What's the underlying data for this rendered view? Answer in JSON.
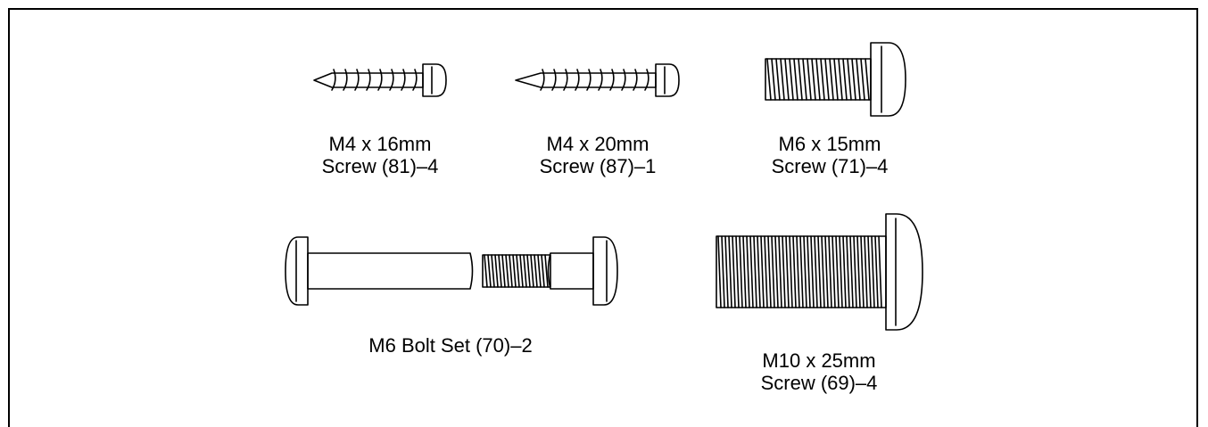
{
  "parts": [
    {
      "size": "M4 x 16mm",
      "name": "Screw (81)–4",
      "icon": "wood-screw-short-icon"
    },
    {
      "size": "M4 x 20mm",
      "name": "Screw (87)–1",
      "icon": "wood-screw-long-icon"
    },
    {
      "size": "M6 x 15mm",
      "name": "Screw (71)–4",
      "icon": "machine-screw-icon"
    },
    {
      "size": "",
      "name": "M6 Bolt Set (70)–2",
      "icon": "bolt-set-icon"
    },
    {
      "size": "M10 x 25mm",
      "name": "Screw (69)–4",
      "icon": "large-machine-screw-icon"
    }
  ]
}
